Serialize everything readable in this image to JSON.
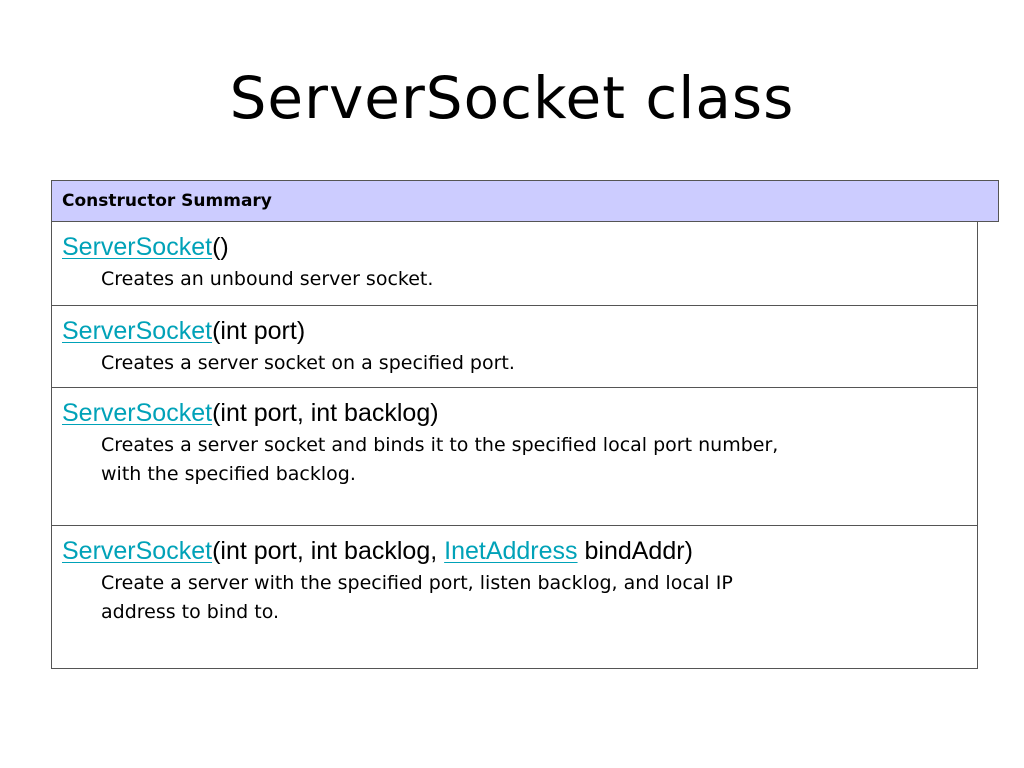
{
  "title": "ServerSocket  class",
  "summary": {
    "header": "Constructor Summary",
    "rows": [
      {
        "name": "ServerSocket",
        "params_before": "()",
        "link2": "",
        "params_after": "",
        "desc_lines": [
          "Creates an unbound server socket."
        ]
      },
      {
        "name": "ServerSocket",
        "params_before": "(int port)",
        "link2": "",
        "params_after": "",
        "desc_lines": [
          "Creates a server socket on a specified port."
        ]
      },
      {
        "name": "ServerSocket",
        "params_before": "(int port, int backlog)",
        "link2": "",
        "params_after": "",
        "desc_lines": [
          "Creates a server socket and binds it to the specified local port number,",
          "with the specified backlog."
        ]
      },
      {
        "name": "ServerSocket",
        "params_before": "(int port, int backlog, ",
        "link2": "InetAddress",
        "params_after": " bindAddr)",
        "desc_lines": [
          "Create a server with the specified port, listen backlog, and local IP",
          "address to bind to."
        ]
      }
    ]
  }
}
